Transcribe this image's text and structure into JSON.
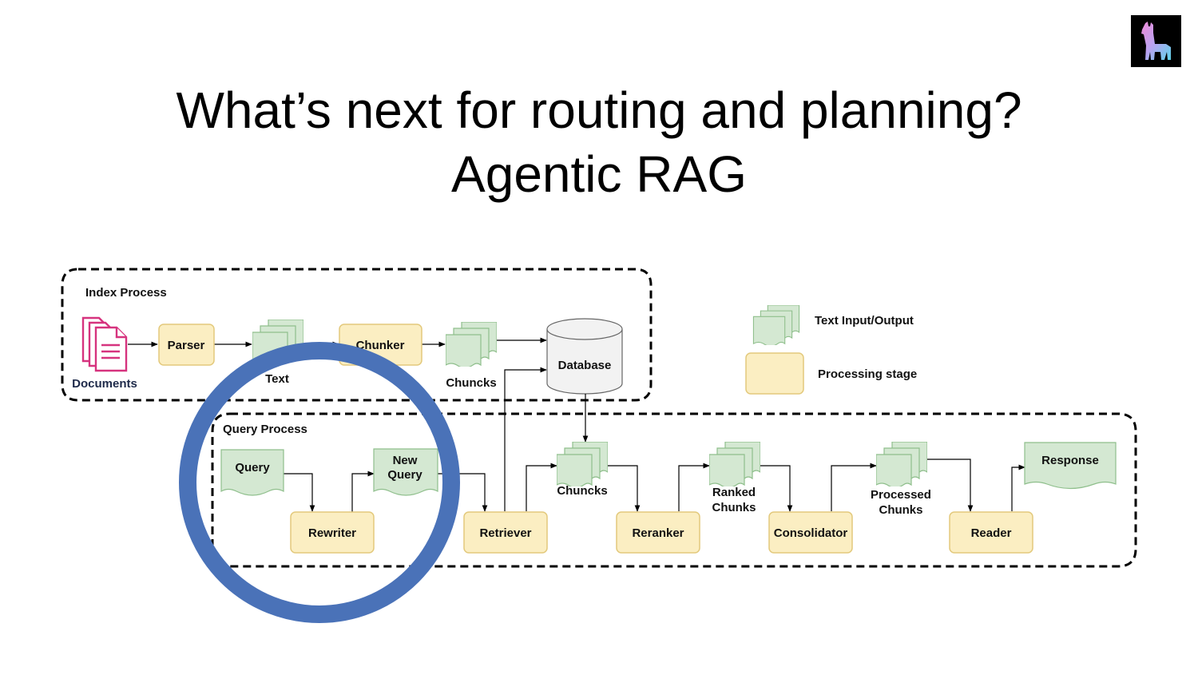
{
  "slide": {
    "title_line1": "What’s next for routing and planning?",
    "title_line2": "Agentic RAG"
  },
  "logo": {
    "icon": "llama-icon"
  },
  "diagram": {
    "index_process_label": "Index Process",
    "query_process_label": "Query Process",
    "documents_label": "Documents",
    "parser_label": "Parser",
    "text_label": "Text",
    "chunker_label": "Chunker",
    "chuncks_index_label": "Chuncks",
    "database_label": "Database",
    "query_label": "Query",
    "new_query_line1": "New",
    "new_query_line2": "Query",
    "rewriter_label": "Rewriter",
    "retriever_label": "Retriever",
    "chuncks_query_label": "Chuncks",
    "reranker_label": "Reranker",
    "ranked_chunks_line1": "Ranked",
    "ranked_chunks_line2": "Chunks",
    "consolidator_label": "Consolidator",
    "processed_chunks_line1": "Processed",
    "processed_chunks_line2": "Chunks",
    "reader_label": "Reader",
    "response_label": "Response"
  },
  "legend": {
    "text_io_label": "Text Input/Output",
    "processing_stage_label": "Processing stage"
  },
  "highlight": {
    "color": "#4a72b8"
  },
  "colors": {
    "stage_fill": "#fbeec2",
    "doc_fill": "#d4e8d2",
    "documents_icon": "#d6337e"
  }
}
